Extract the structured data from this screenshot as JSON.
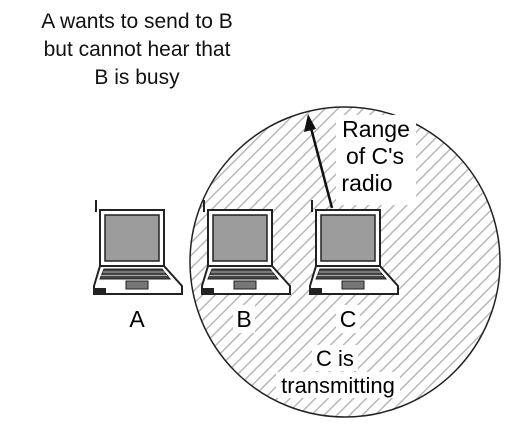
{
  "caption": {
    "line1": "A wants to send to B",
    "line2": "but cannot hear that",
    "line3": "B is busy"
  },
  "range_label": {
    "line1": "Range",
    "line2": "of C's",
    "line3": "radio"
  },
  "nodes": {
    "a": "A",
    "b": "B",
    "c": "C"
  },
  "status_label": {
    "line1": "C is",
    "line2": "transmitting"
  },
  "colors": {
    "hatch": "#b8b8b8",
    "outline": "#222222",
    "screen": "#9c9c9c",
    "keyboard": "#444444"
  }
}
